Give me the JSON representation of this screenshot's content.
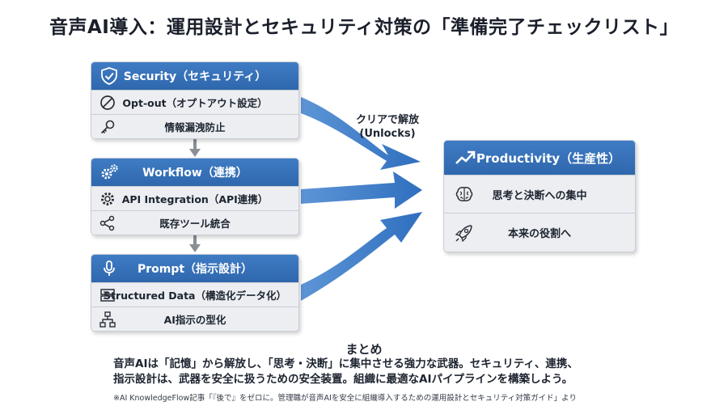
{
  "title": "音声AI導入：運用設計とセキュリティ対策の「準備完了チェックリスト」",
  "cards": {
    "security": {
      "header": "Security（セキュリティ）",
      "header_icon": "shield-check-icon",
      "rows": [
        {
          "label": "Opt-out（オプトアウト設定）",
          "icon": "prohibited-icon"
        },
        {
          "label": "情報漏洩防止",
          "icon": "key-icon"
        }
      ]
    },
    "workflow": {
      "header": "Workflow（連携）",
      "header_icon": "gears-icon",
      "rows": [
        {
          "label": "API Integration（API連携）",
          "icon": "gear-icon"
        },
        {
          "label": "既存ツール統合",
          "icon": "share-nodes-icon"
        }
      ]
    },
    "prompt": {
      "header": "Prompt（指示設計）",
      "header_icon": "microphone-icon",
      "rows": [
        {
          "label": "Structured Data（構造化データ化）",
          "icon": "server-icon"
        },
        {
          "label": "AI指示の型化",
          "icon": "hierarchy-icon"
        }
      ]
    },
    "productivity": {
      "header": "Productivity（生産性）",
      "header_icon": "trend-up-icon",
      "rows": [
        {
          "label": "思考と決断への集中",
          "icon": "brain-icon"
        },
        {
          "label": "本来の役割へ",
          "icon": "rocket-icon"
        }
      ]
    }
  },
  "unlock_label": {
    "line1": "クリアで解放",
    "line2": "(Unlocks)"
  },
  "summary": {
    "title": "まとめ",
    "line1": "音声AIは「記憶」から解放し、「思考・決断」に集中させる強力な武器。セキュリティ、連携、",
    "line2": "指示設計は、武器を安全に扱うための安全装置。組織に最適なAIパイプラインを構築しよう。",
    "source": "※AI KnowledgeFlow記事「『後で』をゼロに。管理職が音声AIを安全に組織導入するための運用設計とセキュリティ対策ガイド」より"
  },
  "colors": {
    "header_blue": "#2f67ad",
    "arrow_blue": "#2f6fbf",
    "connector_gray": "#8a8f97",
    "card_bg": "#eceef1"
  }
}
